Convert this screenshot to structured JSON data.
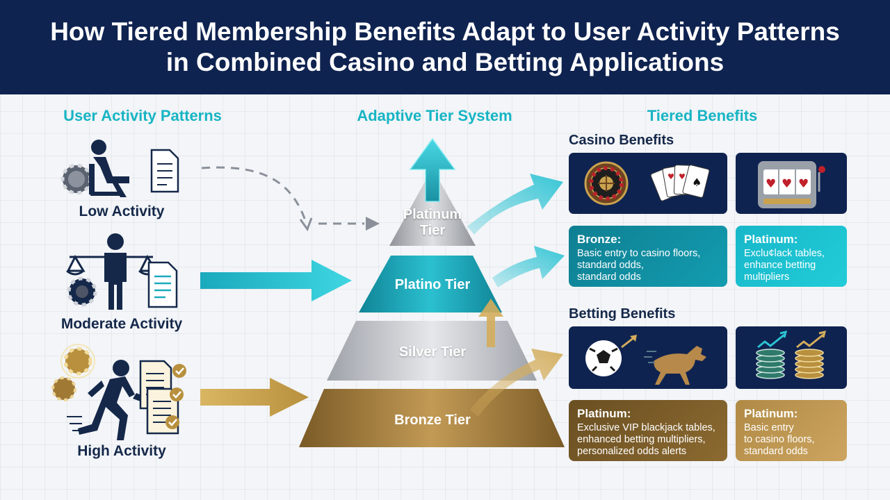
{
  "title": "How Tiered Membership Benefits Adapt to User Activity Patterns in Combined Casino and Betting Applications",
  "columns": {
    "activity": "User Activity Patterns",
    "tiers": "Adaptive Tier System",
    "benefits": "Tiered Benefits"
  },
  "activities": {
    "low": "Low Activity",
    "moderate": "Moderate Activity",
    "high": "High Activity"
  },
  "tiers": {
    "platinum": "Platinum Tier",
    "platino": "Platino Tier",
    "silver": "Silver Tier",
    "bronze": "Bronze Tier"
  },
  "casino": {
    "title": "Casino Benefits",
    "card1": {
      "title": "Bronze:",
      "body": "Basic entry to casino floors,\nstandard odds,\nstandard odds"
    },
    "card2": {
      "title": "Platinum:",
      "body": "Exclu¢lack tables,\nenhance betting\nmultipliers"
    }
  },
  "betting": {
    "title": "Betting Benefits",
    "card1": {
      "title": "Platinum:",
      "body": "Exclusive VIP blackjack tables,\nenhanced betting multipliers,\npersonalized odds alerts"
    },
    "card2": {
      "title": "Platinum:",
      "body": "Basic entry\nto casino floors,\nstandard odds"
    }
  },
  "colors": {
    "navy": "#0f2350",
    "teal": "#17b4c4",
    "gold": "#c9a24f",
    "silver": "#b9bcc2"
  },
  "icons": [
    "person-sitting-icon",
    "document-icon",
    "chip-icon",
    "balance-scale-icon",
    "person-standing-icon",
    "person-running-icon",
    "checklist-icon",
    "roulette-icon",
    "playing-cards-icon",
    "slot-machine-icon",
    "soccer-ball-icon",
    "horse-icon",
    "chip-stack-icon",
    "trend-up-icon"
  ]
}
